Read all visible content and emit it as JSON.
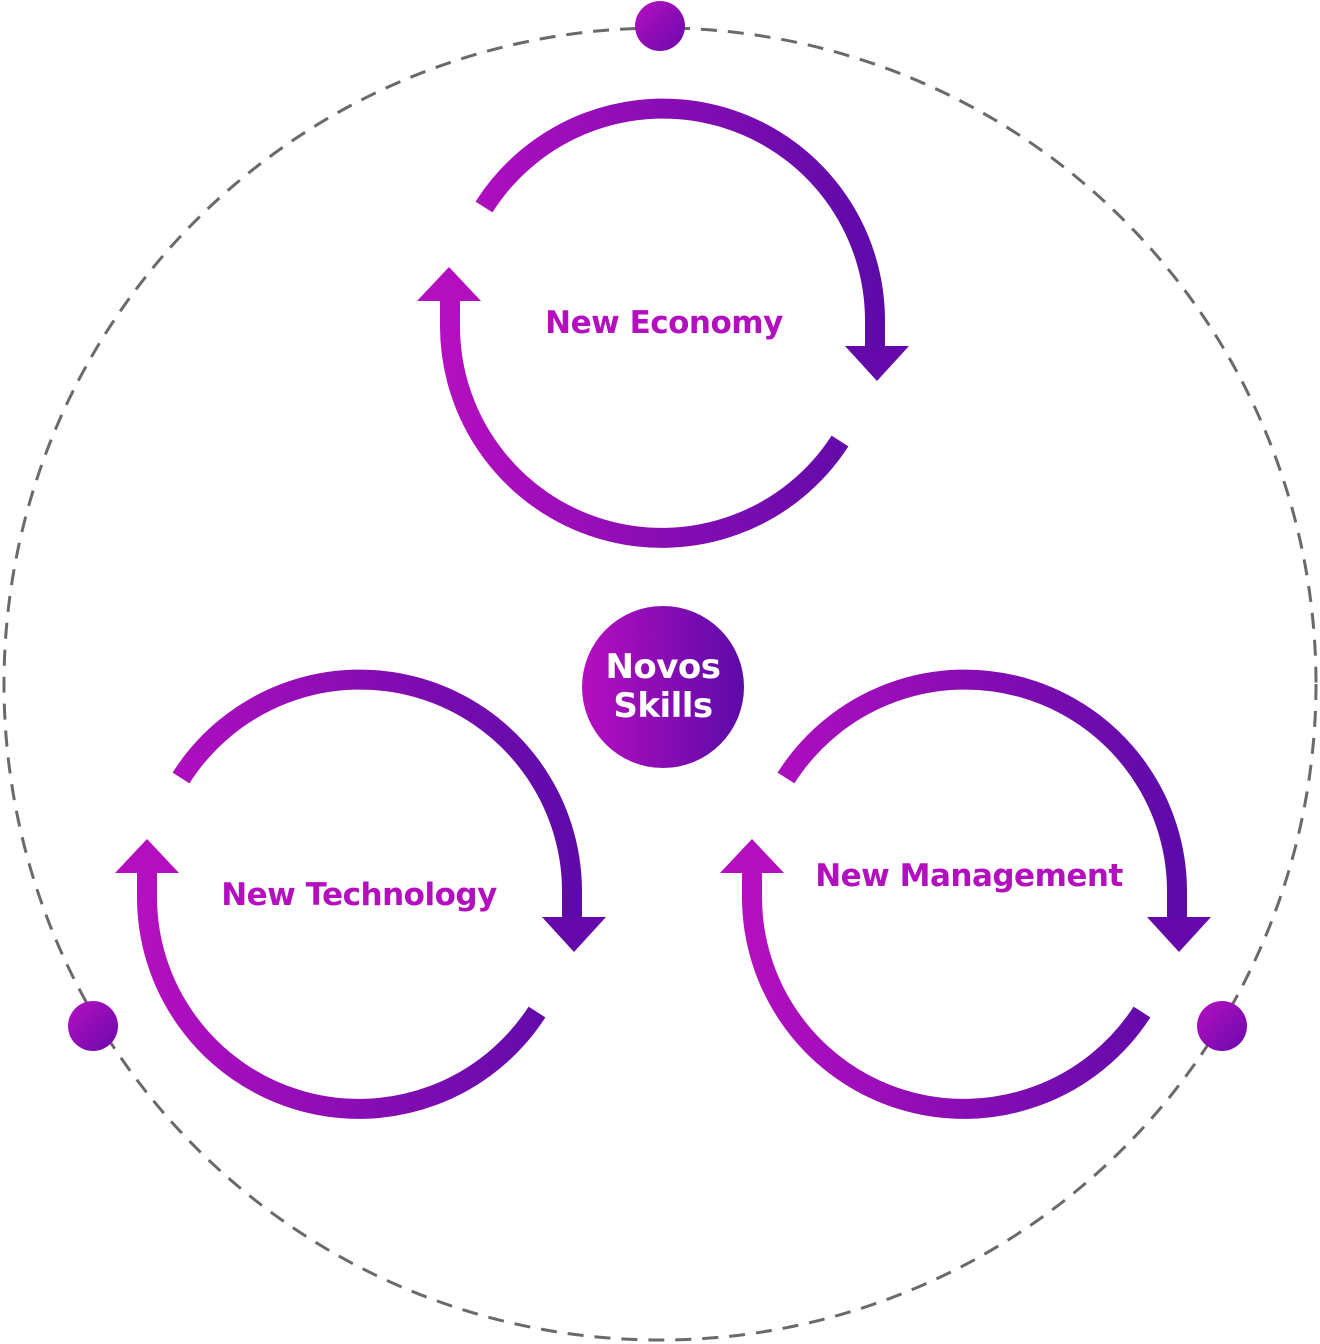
{
  "diagram": {
    "center": {
      "line1": "Novos",
      "line2": "Skills"
    },
    "cycles": [
      {
        "id": "economy",
        "label": "New Economy"
      },
      {
        "id": "technology",
        "label": "New Technology"
      },
      {
        "id": "management",
        "label": "New Management"
      }
    ],
    "colors": {
      "gradient_start": "#b50fc0",
      "gradient_end": "#5c0aa8",
      "label_text": "#b30fbf",
      "center_text": "#ffffff",
      "dashed_ring": "#6a6a6a"
    }
  }
}
